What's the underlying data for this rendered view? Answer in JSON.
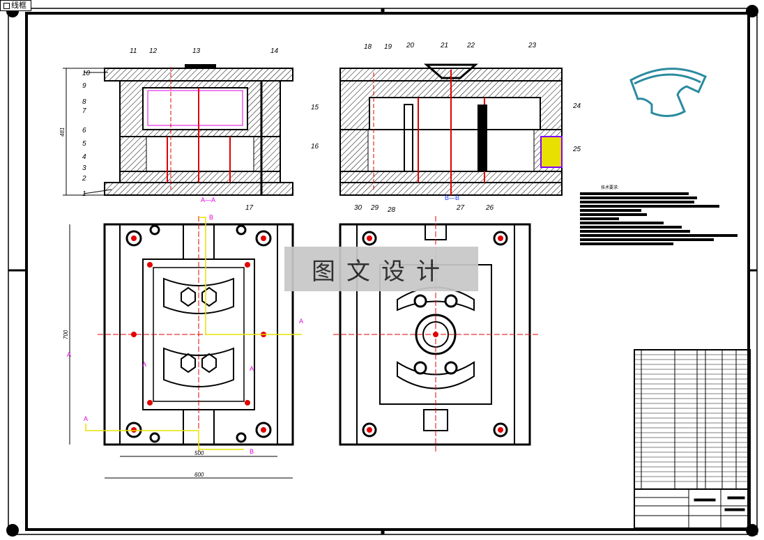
{
  "window": {
    "tab_label": "线框"
  },
  "watermark": "图文设计",
  "balloons_left": [
    "1",
    "2",
    "3",
    "4",
    "5",
    "6",
    "7",
    "8",
    "9",
    "10",
    "11",
    "12",
    "13",
    "14",
    "15",
    "16",
    "17"
  ],
  "balloons_right": [
    "18",
    "19",
    "20",
    "21",
    "22",
    "23",
    "24",
    "25",
    "26",
    "27",
    "28",
    "29",
    "30"
  ],
  "section_labels": {
    "aa": "A—A",
    "bb": "B—B",
    "a": "A",
    "b": "B"
  },
  "dimensions": {
    "height_left": "481",
    "plan_height": "700",
    "width_500": "500",
    "width_600": "600"
  },
  "tech_heading": "技术要求:",
  "colors": {
    "line": "#000000",
    "red": "#e00000",
    "yellow": "#e8e000",
    "magenta": "#e000e0",
    "blue": "#2040ff",
    "teal": "#2a8aa0"
  }
}
